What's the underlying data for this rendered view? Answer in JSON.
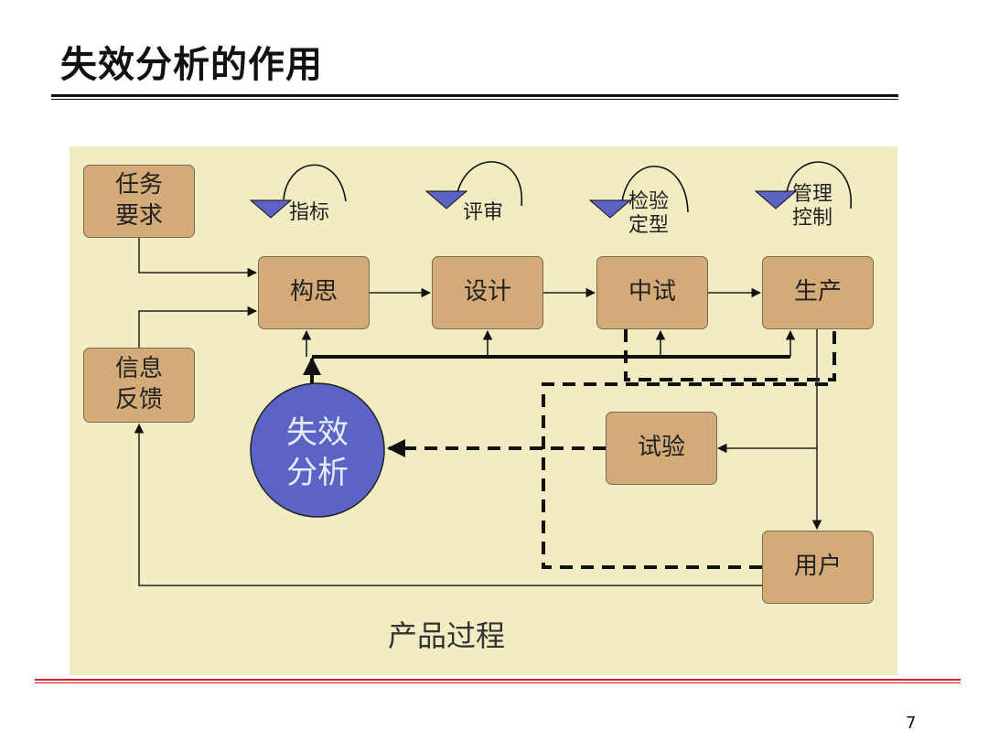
{
  "slide": {
    "title": "失效分析的作用",
    "page_number": "7"
  },
  "diagram": {
    "caption": "产品过程",
    "boxes": {
      "task_line1": "任务",
      "task_line2": "要求",
      "feedback_line1": "信息",
      "feedback_line2": "反馈",
      "concept": "构思",
      "design": "设计",
      "pilot": "中试",
      "production": "生产",
      "test": "试验",
      "user": "用户"
    },
    "loops": {
      "indicators": "指标",
      "review": "评审",
      "finalize_line1": "检验",
      "finalize_line2": "定型",
      "manage_line1": "管理",
      "manage_line2": "控制"
    },
    "failure_analysis": {
      "line1": "失效",
      "line2": "分析"
    }
  },
  "colors": {
    "panel_bg": "#f1ecc2",
    "box_fill": "#d3aa78",
    "circle_fill": "#5b63c4",
    "triangle_fill": "#5b63c4",
    "accent_red": "#d92020"
  },
  "icons": {
    "loop_arrows": "curved-return-arrow-icon"
  }
}
